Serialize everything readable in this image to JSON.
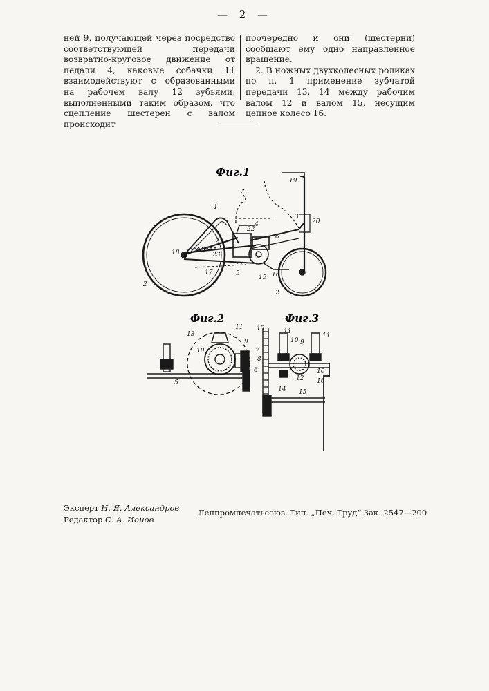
{
  "page": {
    "number": "— 2 —"
  },
  "left_column": "ней 9, получающей через посредство соответствующей передачи возвратно-круговое движение от педали 4, каковые собачки 11 взаимодействуют с образованными на рабочем валу 12 зубьями, выполненными таким образом, что сцепление шестерен с валом происходит",
  "right_column": {
    "continuation": "поочередно и они (шестерни) сообщают ему одно направленное вращение.",
    "claim2": "2. В ножных двухколесных роликах по п. 1 применение зубчатой передачи 13, 14 между рабочим валом 12 и валом 15, несущим цепное колесо 16."
  },
  "figures": {
    "fig1": {
      "label": "Фиг.1",
      "numbers": [
        "19",
        "1",
        "3",
        "20",
        "4",
        "22",
        "6",
        "21",
        "18",
        "23",
        "22",
        "5",
        "15",
        "16",
        "17",
        "2",
        "2"
      ]
    },
    "fig2": {
      "label": "Фиг.2",
      "numbers": [
        "11",
        "13",
        "9",
        "10",
        "7",
        "8",
        "6",
        "5"
      ]
    },
    "fig3": {
      "label": "Фиг.3",
      "numbers": [
        "13",
        "11",
        "11",
        "10",
        "9",
        "10",
        "12",
        "16",
        "14",
        "15"
      ]
    }
  },
  "footer": {
    "expert_label": "Эксперт",
    "expert_name": "Н. Я. Александров",
    "editor_label": "Редактор",
    "editor_name": "С. А. Ионов",
    "printer": "Ленпромпечатьсоюз. Тип. „Печ. Труд“ Зак. 2547—200"
  }
}
